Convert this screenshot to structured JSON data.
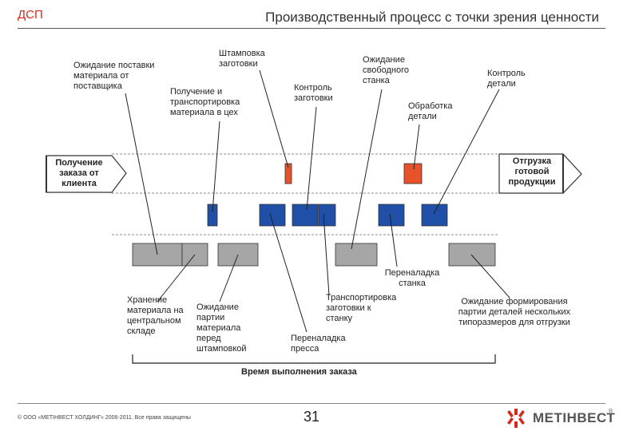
{
  "header": {
    "company_tag": "ДСП",
    "title": "Производственный процесс с точки зрения ценности"
  },
  "start_box": "Получение\nзаказа от\nклиента",
  "end_box": "Отгрузка\nготовой\nпродукции",
  "labels": {
    "supplier_wait": "Ожидание поставки\nматериала от\nпоставщика",
    "receive_transport": "Получение и\nтранспортировка\nматериала в цех",
    "stamping": "Штамповка\nзаготовки",
    "blank_control": "Контроль\nзаготовки",
    "wait_free_machine": "Ожидание\nсвободного\nстанка",
    "part_processing": "Обработка\nдетали",
    "part_control": "Контроль\nдетали",
    "storage": "Хранение\nматериала на\nцентральном\nскладе",
    "batch_wait": "Ожидание\nпартии\nматериала\nперед\nштамповкой",
    "press_changeover": "Переналадка\nпресса",
    "transport_to_machine": "Транспортировка\nзаготовки к\nстанку",
    "machine_changeover": "Переналадка\nстанка",
    "shipment_batch_wait": "Ожидание формирования\nпартии деталей нескольких\nтипоразмеров для отгрузки",
    "lead_time": "Время выполнения заказа"
  },
  "legend_colors": {
    "value_added": "#e8522a",
    "necessary": "#1f4fa6",
    "waste": "#a6a6a6"
  },
  "footer": {
    "copyright": "© ООО «МЕТІНВЕСТ ХОЛДИНГ» 2006-2011. Все права защищены",
    "page_number": "31",
    "brand": "МЕТІНВЕСТ",
    "brand_mark": "®"
  }
}
